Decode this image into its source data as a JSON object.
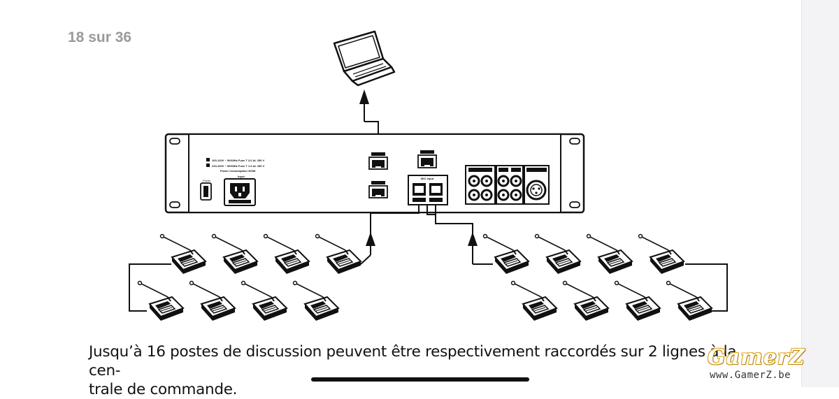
{
  "page_indicator": "18 sur 36",
  "caption": "Jusqu’à 16 postes de discussion peuvent être respectivement raccordés sur 2 lignes à la cen-\ntrale de commande.",
  "panel_labels": {
    "voltage_line_1": "100-120V ~ 50/60Hz Fuse T 3.0 AL 250 V",
    "voltage_line_2": "220-240V ~ 50/60Hz Fuse T 1.6 AL 250 V",
    "power_consumption": "Power Consumption 200W",
    "input": "Input",
    "power": "Power",
    "mic_input": "MIC input"
  },
  "microphone_units": {
    "left_line_count": 8,
    "right_line_count": 8
  },
  "watermark": {
    "logo": "GamerZ",
    "url": "www.GamerZ.be"
  }
}
